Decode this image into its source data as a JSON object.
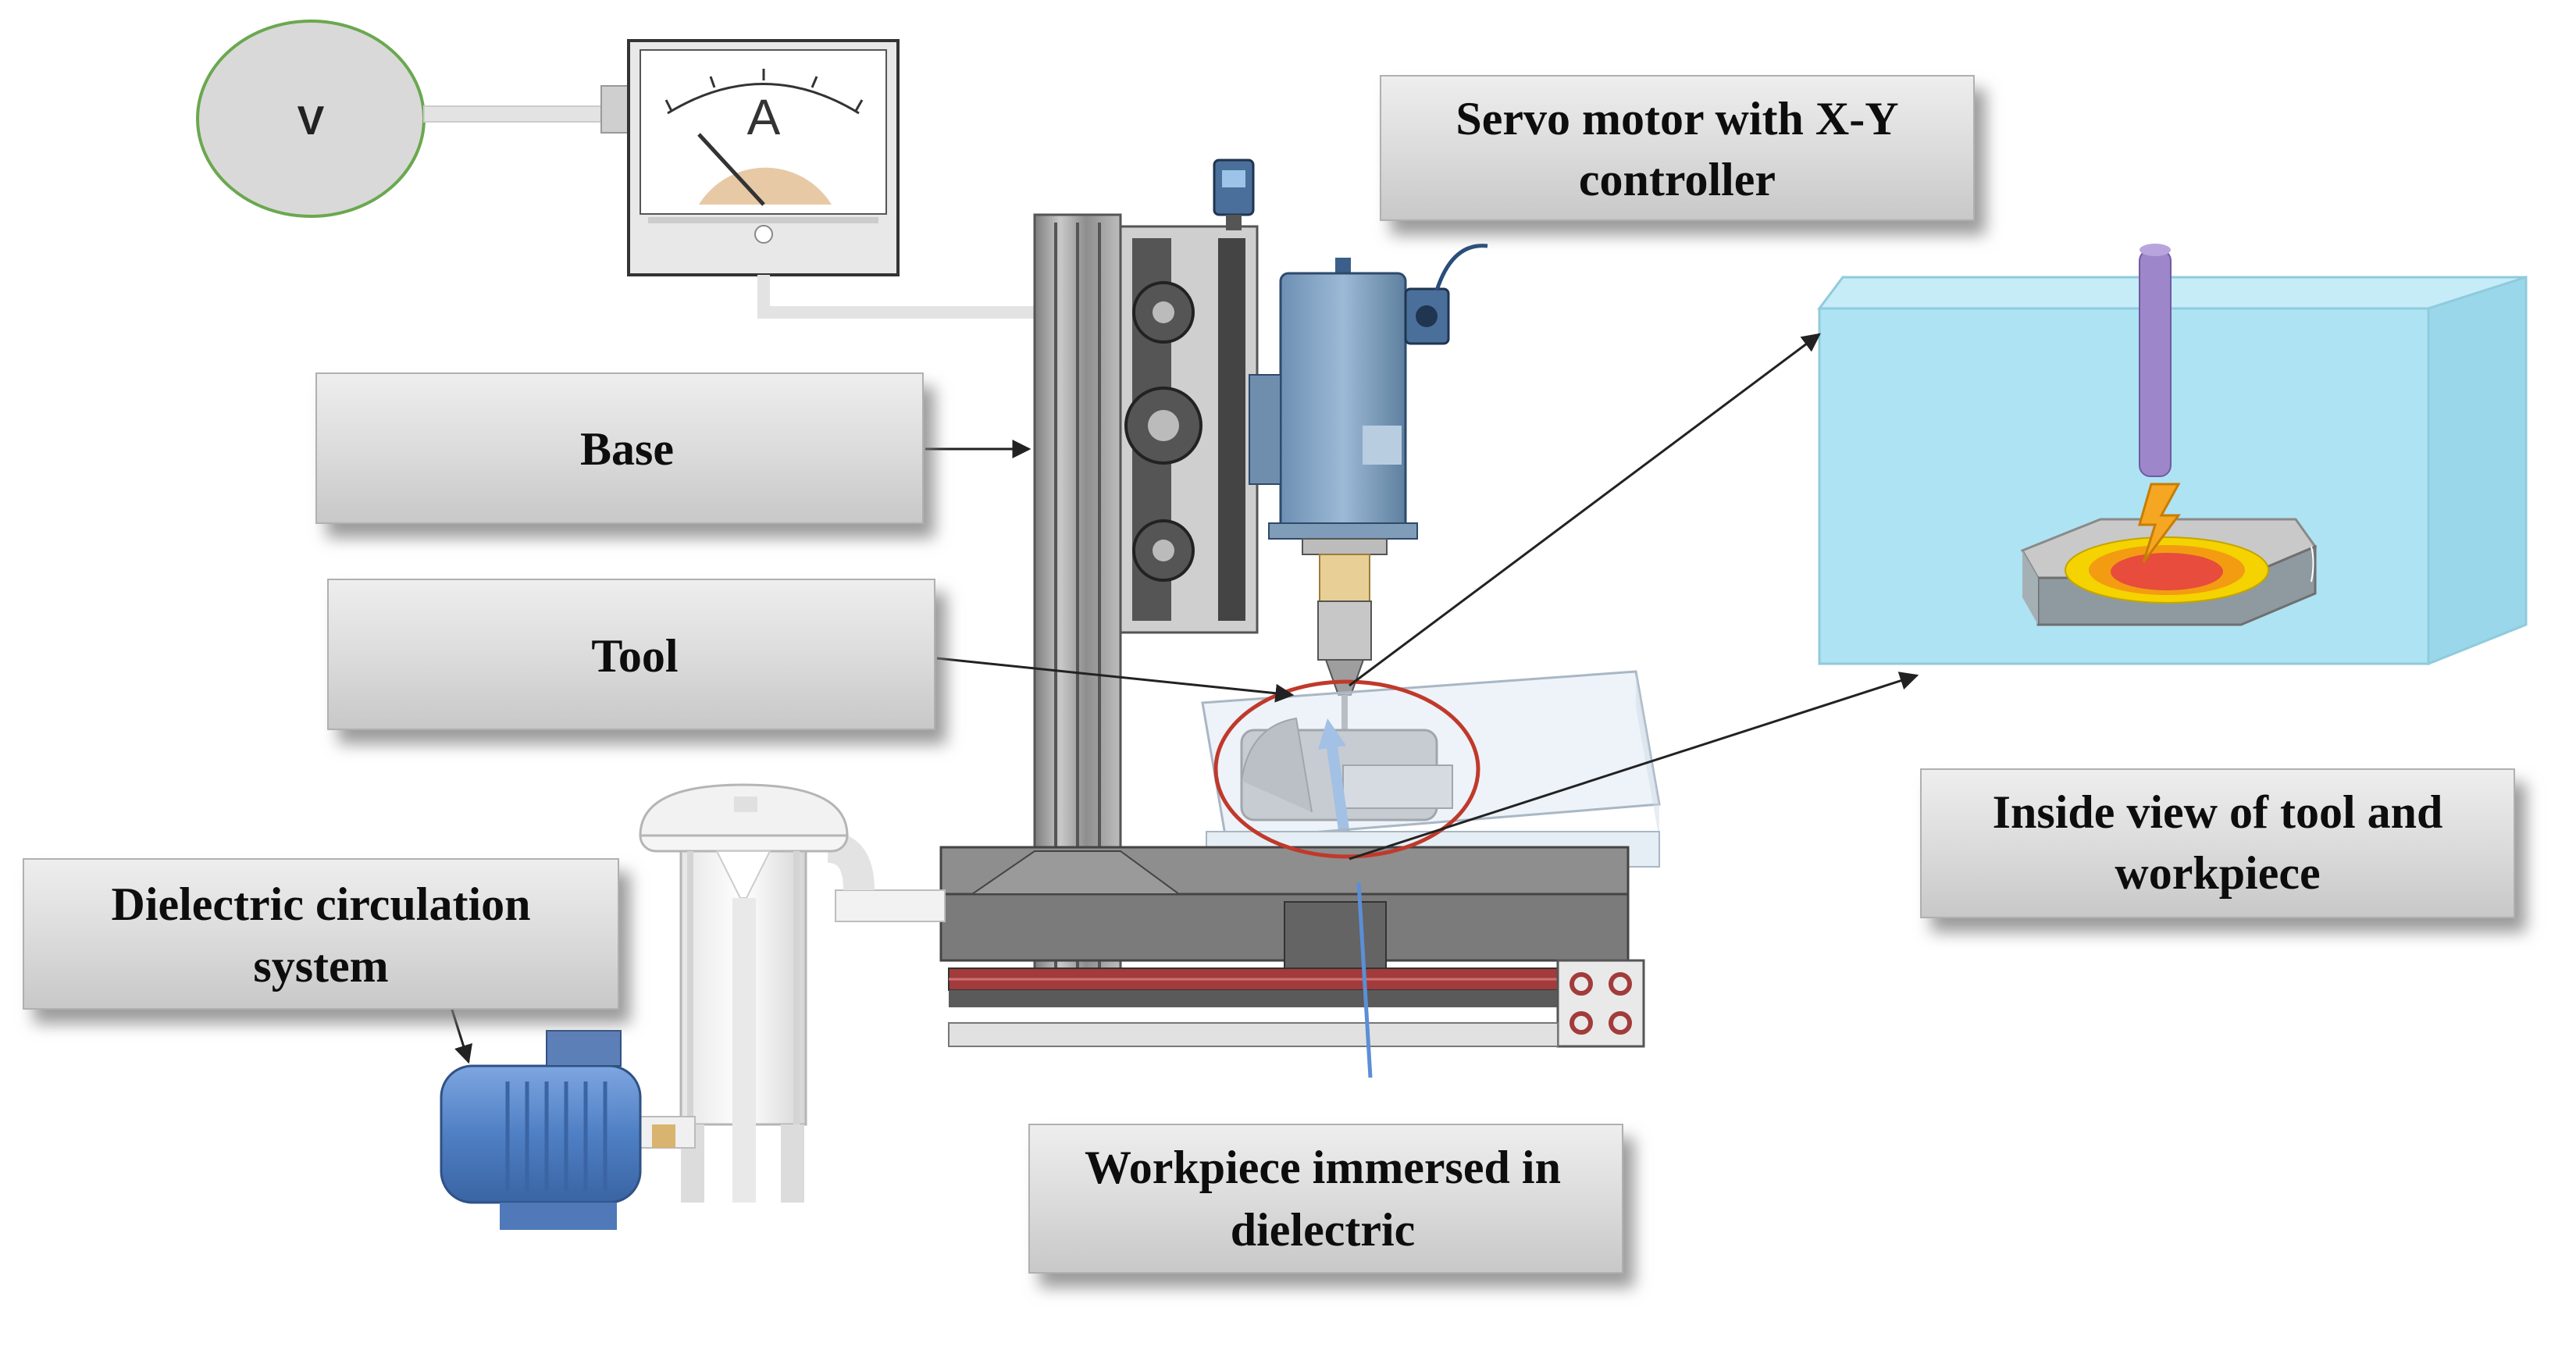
{
  "diagram": {
    "meters": {
      "voltmeter_symbol": "V",
      "ammeter_symbol": "A"
    },
    "labels": {
      "servo_line1": "Servo motor with X-Y",
      "servo_line2": "controller",
      "base": "Base",
      "tool": "Tool",
      "dielectric_line1": "Dielectric circulation",
      "dielectric_line2": "system",
      "inside_line1": "Inside view of tool and",
      "inside_line2": "workpiece",
      "workpiece_line1": "Workpiece immersed in",
      "workpiece_line2": "dielectric"
    },
    "icons": [
      "voltmeter-icon",
      "ammeter-icon",
      "edm-machine",
      "servo-motor",
      "pump-motor-icon",
      "dielectric-tank",
      "spark-icon"
    ],
    "colors": {
      "label_box": "#d9d9d9",
      "label_shadow": "#9a9a9a",
      "voltmeter_fill": "#d9d9d9",
      "voltmeter_stroke": "#6aa84f",
      "tank_fluid": "#aee3f3",
      "tool_electrode": "#9d86c9",
      "spark": "#f5a623",
      "motor": "#5b8fd6",
      "column": "#9a9a9a",
      "circle_highlight": "#c0392b",
      "arrow": "#222222"
    }
  }
}
